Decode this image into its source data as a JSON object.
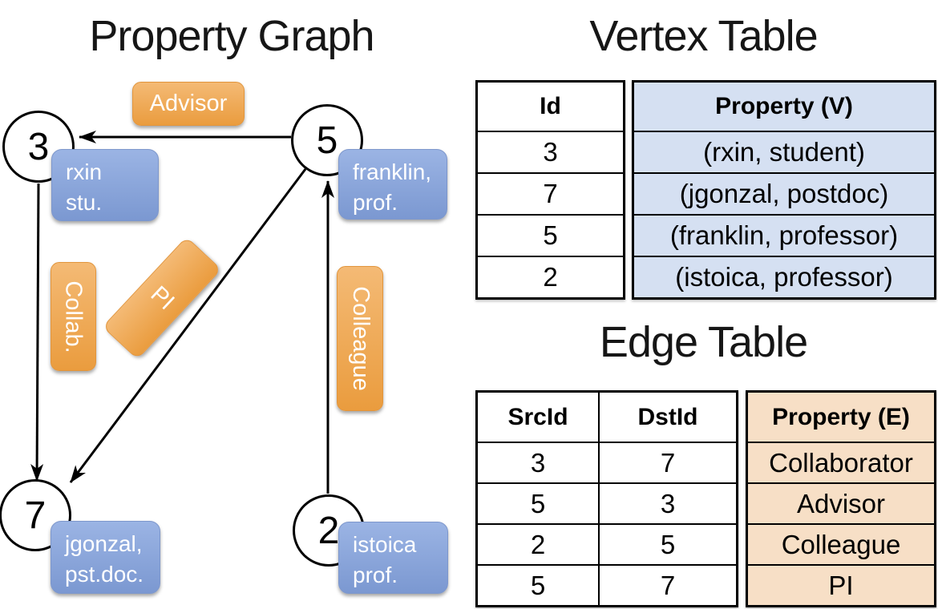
{
  "titles": {
    "graph": "Property Graph",
    "vertex": "Vertex Table",
    "edge": "Edge Table"
  },
  "graph": {
    "nodes": {
      "n3": "3",
      "n5": "5",
      "n7": "7",
      "n2": "2"
    },
    "edge_labels": {
      "advisor": "Advisor",
      "collab": "Collab.",
      "pi": "PI",
      "colleague": "Colleague"
    },
    "vertex_props": {
      "rxin": {
        "line1": "rxin",
        "line2": "stu."
      },
      "franklin": {
        "line1": "franklin,",
        "line2": "prof."
      },
      "jgonzal": {
        "line1": "jgonzal,",
        "line2": "pst.doc."
      },
      "istoica": {
        "line1": "istoica",
        "line2": "prof."
      }
    }
  },
  "vertex_table": {
    "headers": [
      "Id",
      "Property (V)"
    ],
    "rows": [
      [
        "3",
        "(rxin, student)"
      ],
      [
        "7",
        "(jgonzal, postdoc)"
      ],
      [
        "5",
        "(franklin, professor)"
      ],
      [
        "2",
        "(istoica, professor)"
      ]
    ]
  },
  "edge_table": {
    "headers": [
      "SrcId",
      "DstId",
      "Property (E)"
    ],
    "rows": [
      [
        "3",
        "7",
        "Collaborator"
      ],
      [
        "5",
        "3",
        "Advisor"
      ],
      [
        "2",
        "5",
        "Colleague"
      ],
      [
        "5",
        "7",
        "PI"
      ]
    ]
  },
  "colors": {
    "edge_label_orange": "#efa64c",
    "vertex_property_blue": "#87a3d8",
    "vertex_table_fill": "#d5e0f2",
    "edge_table_fill": "#f7dfc6",
    "line_black": "#000000"
  }
}
